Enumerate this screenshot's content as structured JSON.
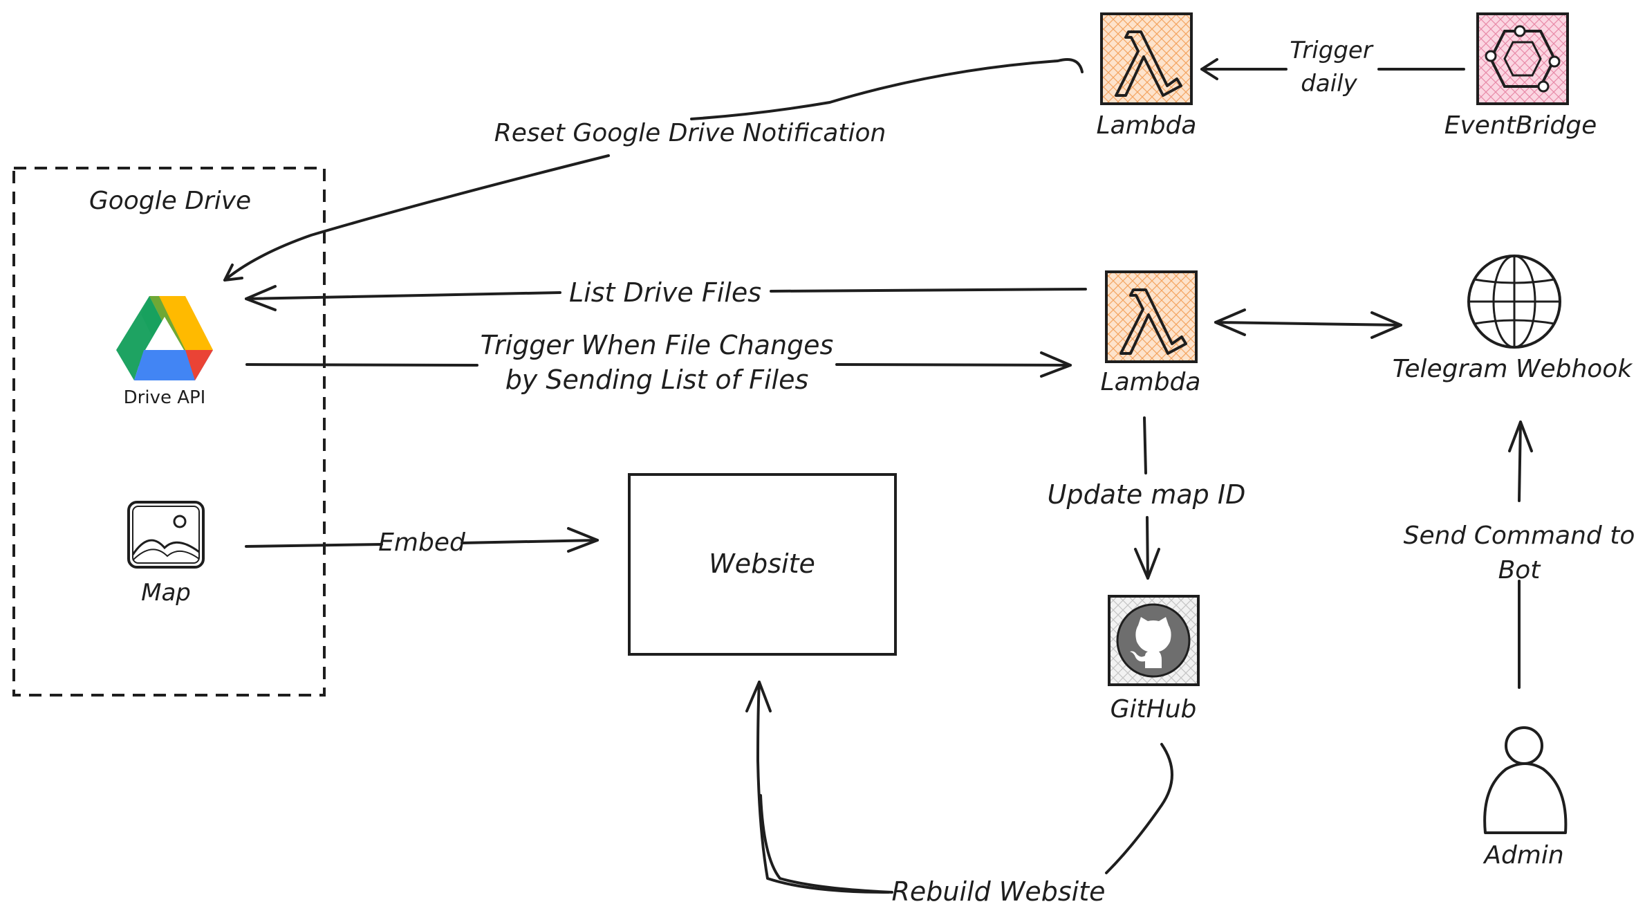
{
  "groups": {
    "google_drive": "Google Drive"
  },
  "nodes": {
    "drive_api": "Drive API",
    "map": "Map",
    "website": "Website",
    "lambda_top": "Lambda",
    "eventbridge": "EventBridge",
    "lambda_mid": "Lambda",
    "telegram_webhook": "Telegram Webhook",
    "github": "GitHub",
    "admin": "Admin"
  },
  "edges": {
    "trigger_daily": [
      "Trigger",
      "daily"
    ],
    "reset_notification": "Reset Google Drive Notification",
    "list_drive_files": "List Drive Files",
    "trigger_file_changes": [
      "Trigger When File Changes",
      "by Sending List of Files"
    ],
    "embed": "Embed",
    "update_map_id": "Update map ID",
    "rebuild_website": "Rebuild Website",
    "send_command": [
      "Send Command to",
      "Bot"
    ]
  },
  "colors": {
    "stroke": "#1e1e1e",
    "lambda_fill": "#fde0c8",
    "lambda_hatch": "#f4a460",
    "eventbridge_fill": "#fbd3e0",
    "eventbridge_hatch": "#e88aa8",
    "github_fill": "#eeeeee",
    "github_hatch": "#bbbbbb",
    "drive_green": "#1ea362",
    "drive_yellow": "#ffba00",
    "drive_blue": "#4285f4",
    "drive_red": "#ea4335",
    "drive_darkgreen": "#0f9d58"
  }
}
